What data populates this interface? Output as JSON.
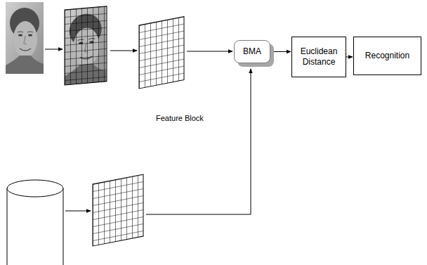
{
  "diagram": {
    "nodes": [
      {
        "text": [
          "BMA"
        ]
      },
      {
        "text": [
          "Euclidean Distance"
        ]
      },
      {
        "text": [
          "Recognition"
        ]
      }
    ],
    "edges": [
      {
        "from": 0,
        "to": 1,
        "arrow": "to"
      },
      {
        "from": 1,
        "to": 2,
        "arrow": "to"
      }
    ],
    "labels": [
      "Feature Block"
    ]
  }
}
